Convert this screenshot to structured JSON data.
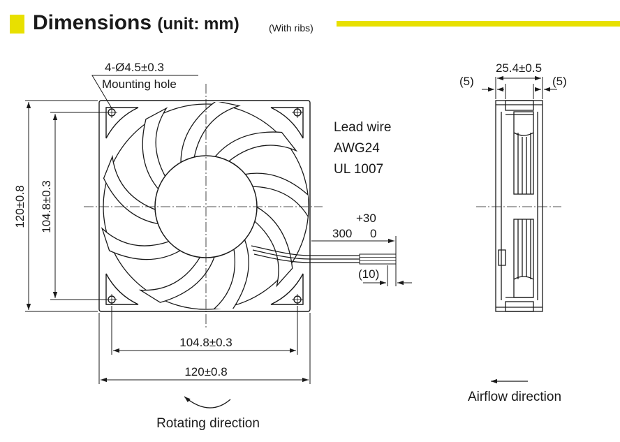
{
  "header": {
    "title": "Dimensions",
    "unit": "(unit: mm)",
    "note": "(With ribs)",
    "accent_color": "#e8e000"
  },
  "front_view": {
    "mounting_hole_spec": "4-Ø4.5±0.3",
    "mounting_hole_label": "Mounting hole",
    "overall_height": "120±0.8",
    "hole_pitch_vertical": "104.8±0.3",
    "hole_pitch_horizontal": "104.8±0.3",
    "overall_width": "120±0.8",
    "rotation_label": "Rotating direction"
  },
  "lead_wire": {
    "line1": "Lead wire",
    "line2": "AWG24",
    "line3": "UL 1007",
    "length": "300",
    "tol_plus": "+30",
    "tol_minus": "0",
    "strip_length": "(10)"
  },
  "side_view": {
    "depth": "25.4±0.5",
    "rib_left": "(5)",
    "rib_right": "(5)",
    "airflow_label": "Airflow direction"
  }
}
